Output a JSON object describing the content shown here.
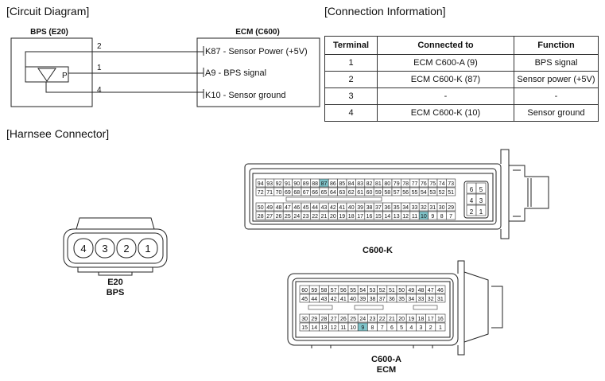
{
  "sections": {
    "circuit": "[Circuit Diagram]",
    "connection": "[Connection Information]",
    "harness": "[Harnsee Connector]"
  },
  "bps": {
    "label": "BPS (E20)",
    "p_label": "P",
    "pin_numbers": [
      "2",
      "1",
      "4"
    ]
  },
  "ecm": {
    "label": "ECM (C600)",
    "pins": [
      "K87 - Sensor Power (+5V)",
      "A9 - BPS signal",
      "K10 - Sensor ground"
    ]
  },
  "table": {
    "headers": [
      "Terminal",
      "Connected to",
      "Function"
    ],
    "rows": [
      [
        "1",
        "ECM C600-A (9)",
        "BPS signal"
      ],
      [
        "2",
        "ECM C600-K (87)",
        "Sensor power (+5V)"
      ],
      [
        "3",
        "-",
        "-"
      ],
      [
        "4",
        "ECM C600-K (10)",
        "Sensor ground"
      ]
    ]
  },
  "e20_connector": {
    "pins": [
      "4",
      "3",
      "2",
      "1"
    ],
    "label1": "E20",
    "label2": "BPS"
  },
  "c600k": {
    "label": "C600-K",
    "row1": [
      "94",
      "93",
      "92",
      "91",
      "90",
      "89",
      "88",
      "87",
      "86",
      "85",
      "84",
      "83",
      "82",
      "81",
      "80",
      "79",
      "78",
      "77",
      "76",
      "75",
      "74",
      "73"
    ],
    "row2": [
      "72",
      "71",
      "70",
      "69",
      "68",
      "67",
      "66",
      "65",
      "64",
      "63",
      "62",
      "61",
      "60",
      "59",
      "58",
      "57",
      "56",
      "55",
      "54",
      "53",
      "52",
      "51"
    ],
    "row3": [
      "50",
      "49",
      "48",
      "47",
      "46",
      "45",
      "44",
      "43",
      "42",
      "41",
      "40",
      "39",
      "38",
      "37",
      "36",
      "35",
      "34",
      "33",
      "32",
      "31",
      "30",
      "29"
    ],
    "row4": [
      "28",
      "27",
      "26",
      "25",
      "24",
      "23",
      "22",
      "21",
      "20",
      "19",
      "18",
      "17",
      "16",
      "15",
      "14",
      "13",
      "12",
      "11",
      "10",
      "9",
      "8",
      "7"
    ],
    "side": [
      "6",
      "5",
      "4",
      "3",
      "2",
      "1"
    ],
    "highlight": [
      "87",
      "10"
    ],
    "highlight_color": "#7fc3c9"
  },
  "c600a": {
    "label1": "C600-A",
    "label2": "ECM",
    "row1": [
      "60",
      "59",
      "58",
      "57",
      "56",
      "55",
      "54",
      "53",
      "52",
      "51",
      "50",
      "49",
      "48",
      "47",
      "46"
    ],
    "row2": [
      "45",
      "44",
      "43",
      "42",
      "41",
      "40",
      "39",
      "38",
      "37",
      "36",
      "35",
      "34",
      "33",
      "32",
      "31"
    ],
    "row3": [
      "30",
      "29",
      "28",
      "27",
      "26",
      "25",
      "24",
      "23",
      "22",
      "21",
      "20",
      "19",
      "18",
      "17",
      "16"
    ],
    "row4": [
      "15",
      "14",
      "13",
      "12",
      "11",
      "10",
      "9",
      "8",
      "7",
      "6",
      "5",
      "4",
      "3",
      "2",
      "1"
    ],
    "highlight": [
      "9"
    ],
    "highlight_color": "#7fc3c9"
  }
}
